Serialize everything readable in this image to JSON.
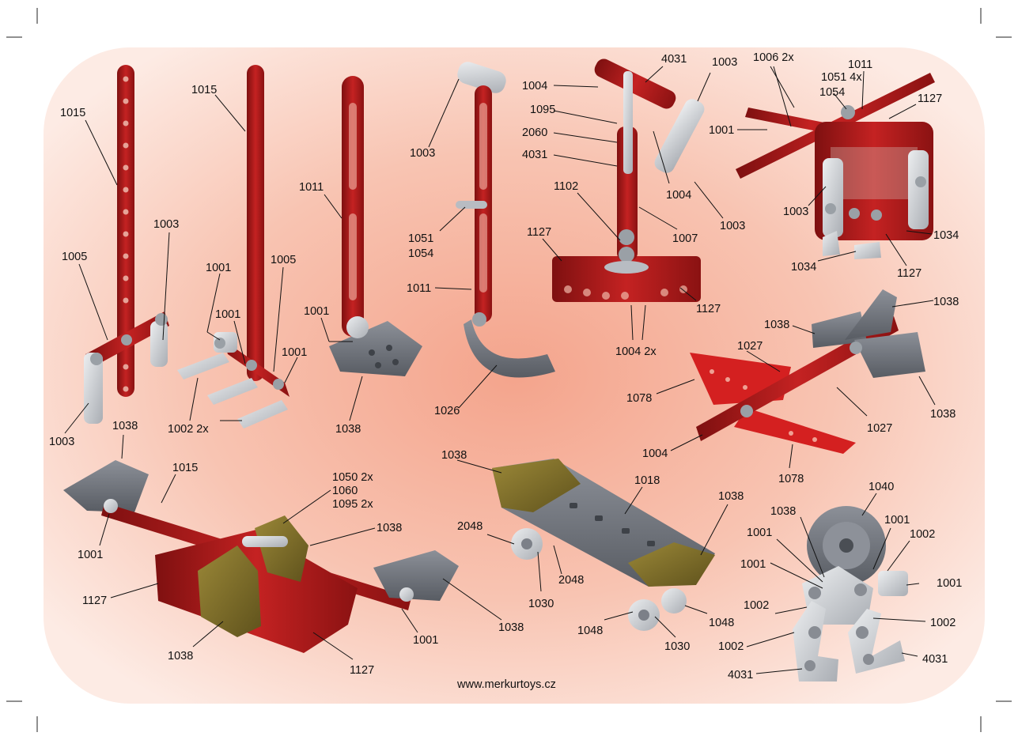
{
  "footer": {
    "website": "www.merkurtoys.cz"
  },
  "colors": {
    "background_glow": "#f4b09c",
    "strip_red": "#b41c1c",
    "plate_grey": "#6e737b",
    "bracket_silver": "#c5c9ce",
    "plate_olive": "#7f6e28",
    "triangle_red": "#d42020"
  },
  "labels": [
    "1015",
    "1005",
    "1003",
    "1003",
    "1015",
    "1001",
    "1001",
    "1005",
    "1001",
    "1002 2x",
    "1011",
    "1001",
    "1038",
    "1003",
    "1051",
    "1054",
    "1011",
    "1026",
    "4031",
    "1003",
    "1004",
    "1095",
    "2060",
    "4031",
    "1102",
    "1127",
    "1004",
    "1007",
    "1003",
    "1127",
    "1004 2x",
    "1006 2x",
    "1011",
    "1051 4x",
    "1054",
    "1127",
    "1001",
    "1003",
    "1034",
    "1034",
    "1127",
    "1038",
    "1038",
    "1027",
    "1078",
    "1027",
    "1038",
    "1004",
    "1078",
    "1038",
    "1015",
    "1050 2x",
    "1060",
    "1095 2x",
    "1038",
    "1001",
    "1127",
    "1038",
    "1001",
    "1127",
    "1038",
    "1038",
    "1018",
    "1038",
    "2048",
    "2048",
    "1030",
    "1048",
    "1030",
    "1048",
    "1040",
    "1038",
    "1001",
    "1002",
    "1001",
    "1001",
    "1001",
    "1002",
    "1002",
    "1002",
    "4031",
    "4031"
  ]
}
